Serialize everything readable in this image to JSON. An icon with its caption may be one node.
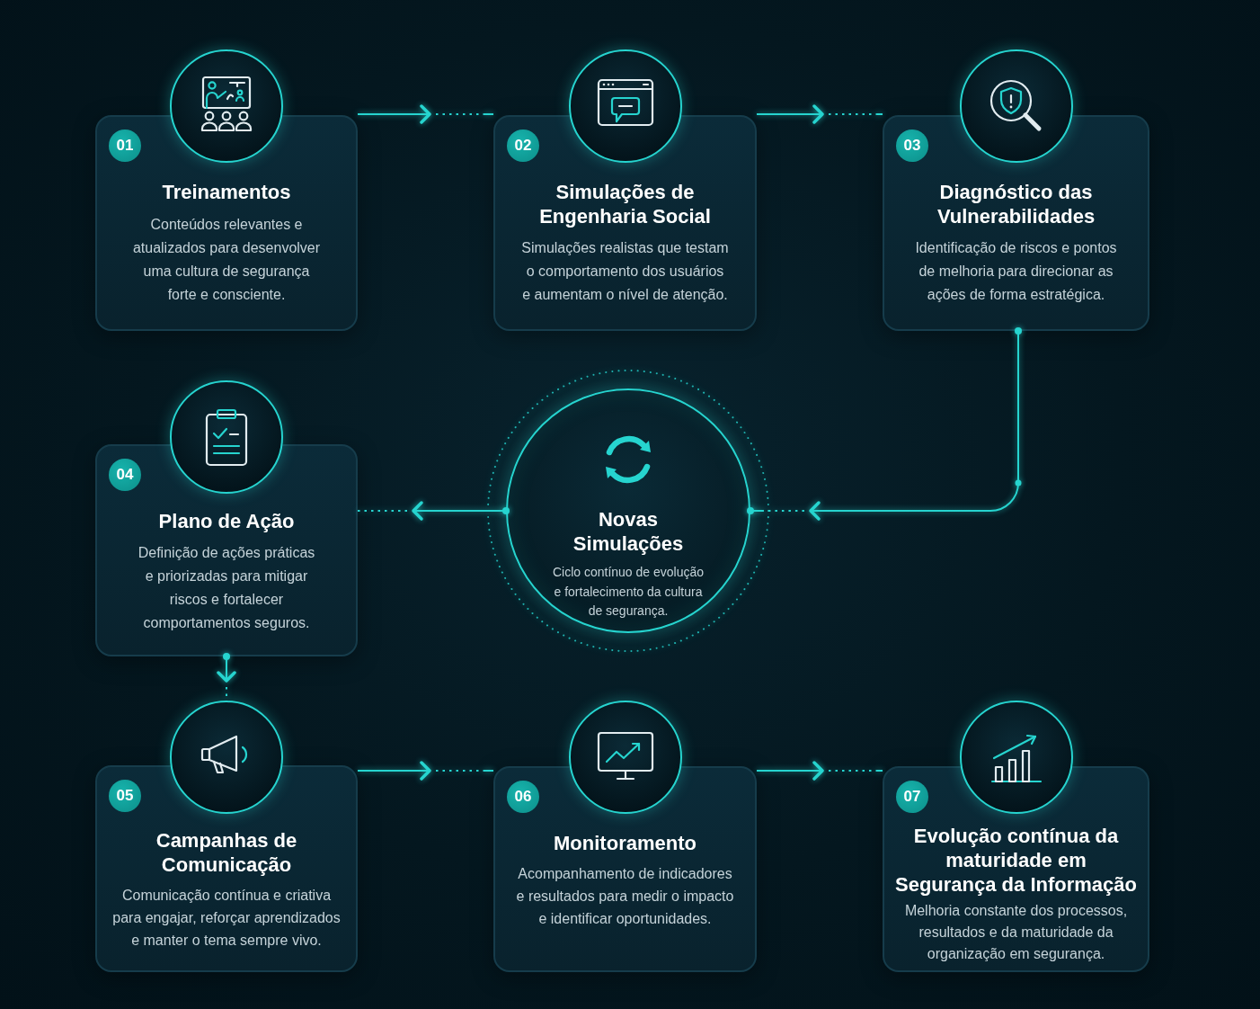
{
  "diagram": {
    "nodes": [
      {
        "text": [
          "01",
          "Treinamentos",
          "Conteúdos relevantes e atualizados para desenvolver uma cultura de segurança forte e consciente."
        ]
      },
      {
        "text": [
          "02",
          "Simulações de Engenharia Social",
          "Simulações realistas que testam o comportamento dos usuários e aumentam o nível de atenção."
        ]
      },
      {
        "text": [
          "03",
          "Diagnóstico das Vulnerabilidades",
          "Identificação de riscos e pontos de melhoria para direcionar as ações de forma estratégica."
        ]
      },
      {
        "text": [
          "04",
          "Plano de Ação",
          "Definição de ações práticas e priorizadas para mitigar riscos e fortalecer comportamentos seguros."
        ]
      },
      {
        "text": [
          "Novas Simulações",
          "Ciclo contínuo de evolução e fortalecimento da cultura de segurança."
        ]
      },
      {
        "text": [
          "05",
          "Campanhas de Comunicação",
          "Comunicação contínua e criativa para engajar, reforçar aprendizados e manter o tema sempre vivo."
        ]
      },
      {
        "text": [
          "06",
          "Monitoramento",
          "Acompanhamento de indicadores e resultados para medir o impacto e identificar oportunidades."
        ]
      },
      {
        "text": [
          "07",
          "Evolução contínua da maturidade em Segurança da Informação",
          "Melhoria constante dos processos, resultados e da maturidade da organização em segurança."
        ]
      }
    ],
    "edges": [
      {
        "from": 0,
        "to": 1,
        "arrow": "to"
      },
      {
        "from": 1,
        "to": 2,
        "arrow": "to"
      },
      {
        "from": 2,
        "to": 4,
        "arrow": "to"
      },
      {
        "from": 4,
        "to": 3,
        "arrow": "to"
      },
      {
        "from": 3,
        "to": 5,
        "arrow": "to"
      },
      {
        "from": 5,
        "to": 6,
        "arrow": "to"
      },
      {
        "from": 6,
        "to": 7,
        "arrow": "to"
      }
    ]
  }
}
